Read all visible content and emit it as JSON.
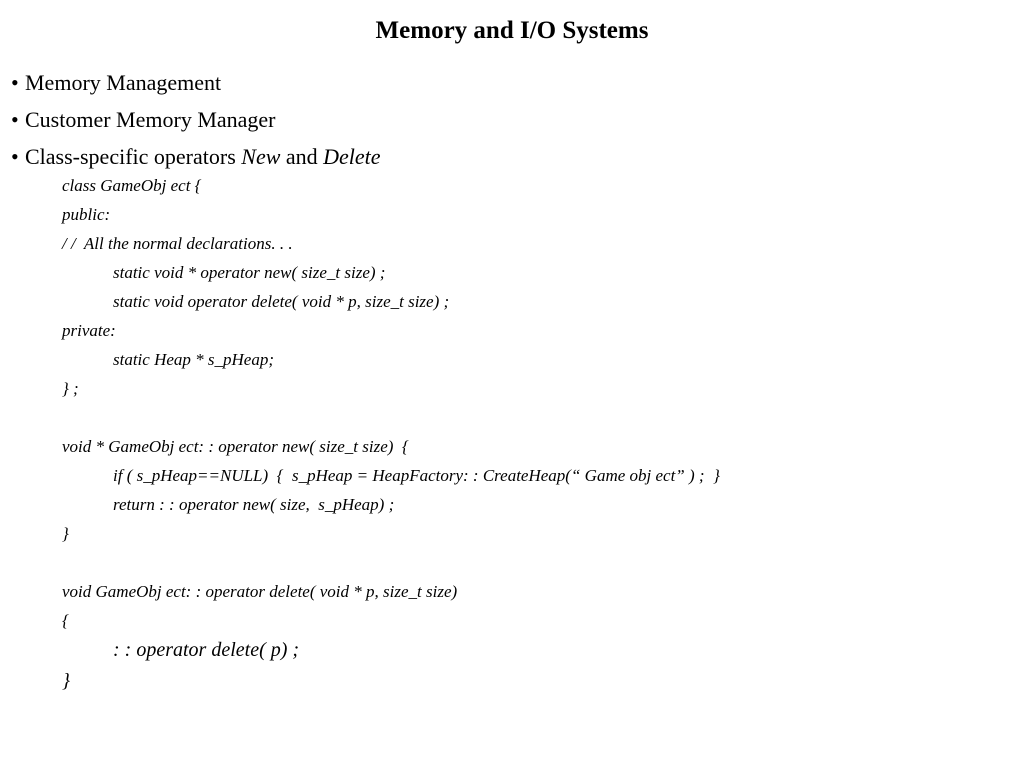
{
  "slide": {
    "title": "Memory and I/O Systems",
    "bullets": [
      {
        "text": "Memory Management"
      },
      {
        "text": "Customer Memory Manager"
      },
      {
        "prefix": "Class-specific operators ",
        "em1": "New",
        "middle": " and ",
        "em2": "Delete"
      }
    ],
    "bullet_symbol": "•",
    "code_lines": [
      "class GameObj ect {",
      "public:",
      "/ /  All the normal declarations. . .",
      "static void * operator new( size_t size) ;",
      "static void operator delete( void * p, size_t size) ;",
      "private:",
      "static Heap * s_pHeap;",
      "} ;",
      "",
      "void * GameObj ect: : operator new( size_t size)  {",
      "if ( s_pHeap==NULL)  {  s_pHeap = HeapFactory: : CreateHeap(“ Game obj ect” ) ;  }",
      "return : : operator new( size,  s_pHeap) ;",
      "}",
      "",
      "void GameObj ect: : operator delete( void * p, size_t size)",
      "{",
      ": : operator delete( p) ;",
      "}"
    ]
  }
}
